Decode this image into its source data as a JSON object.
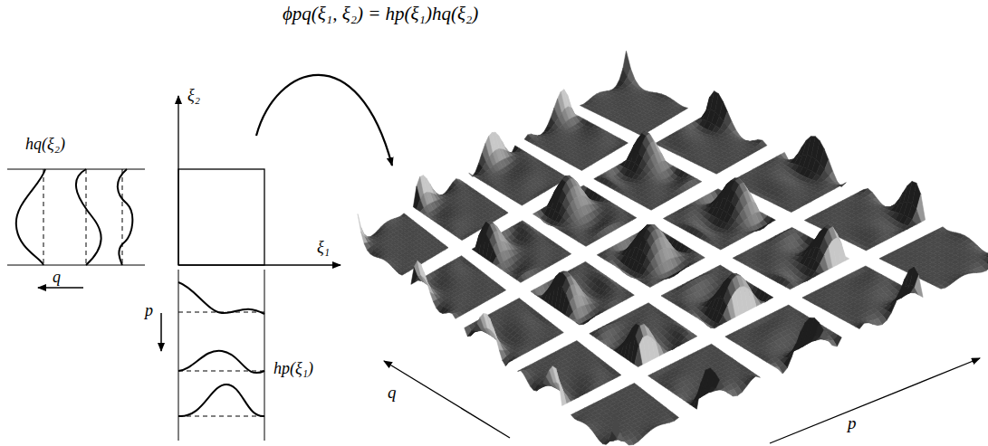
{
  "diagram": {
    "labels": [
      "ϕpq(ξ₁, ξ₂) = hp(ξ₁)hq(ξ₂)",
      "hq(ξ₂)",
      "ξ₂",
      "ξ₁",
      "q",
      "p",
      "hp(ξ₁)",
      "q",
      "p"
    ]
  }
}
